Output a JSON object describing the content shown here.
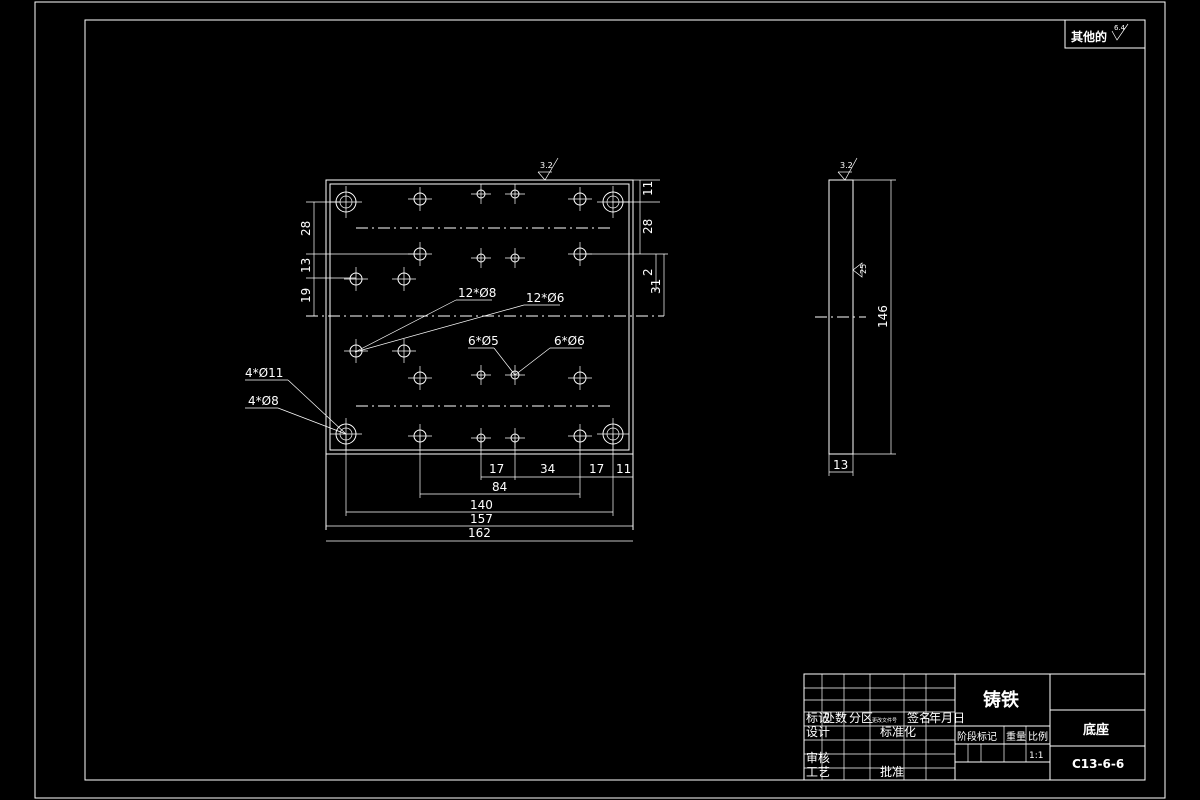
{
  "corner_note": {
    "label": "其他的",
    "roughness": "6.4"
  },
  "roughness_marks": {
    "top_view": "3.2",
    "side_view": "3.2",
    "side_face": "25"
  },
  "dims_left": [
    "28",
    "13",
    "19"
  ],
  "dims_right": [
    "11",
    "28",
    "2",
    "31"
  ],
  "dims_bottom": [
    "17",
    "34",
    "17",
    "11",
    "84",
    "140",
    "157",
    "162"
  ],
  "dims_side": {
    "height": "146",
    "width": "13"
  },
  "callouts": {
    "holes_12x8": "12*Ø8",
    "holes_12x6": "12*Ø6",
    "holes_6x5": "6*Ø5",
    "holes_6x6": "6*Ø6",
    "holes_4x11": "4*Ø11",
    "holes_4x8": "4*Ø8"
  },
  "title_block": {
    "material": "铸铁",
    "part_name": "底座",
    "drawing_no": "C13-6-6",
    "scale": "1:1",
    "hdr_mark": "标记",
    "hdr_count": "处数",
    "hdr_zone": "分区",
    "hdr_docno": "更改文件号",
    "hdr_sign": "签名",
    "hdr_date": "年月日",
    "design": "设计",
    "standard": "标准化",
    "review": "审核",
    "process": "工艺",
    "approve": "批准",
    "stage_mark": "阶段标记",
    "weight": "重量",
    "ratio": "比例"
  }
}
